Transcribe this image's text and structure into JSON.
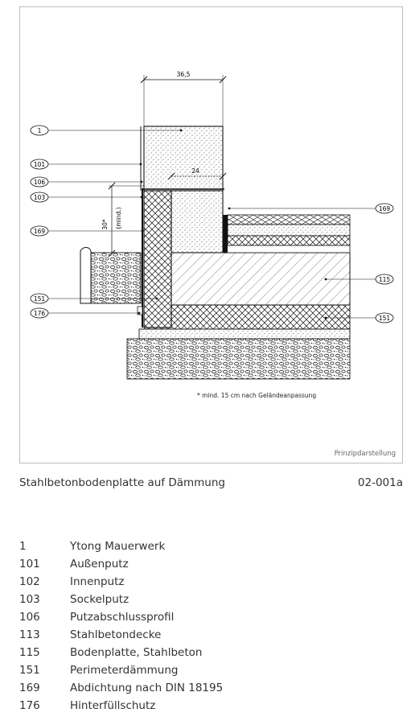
{
  "drawing": {
    "callouts_left": [
      "1",
      "101",
      "106",
      "103",
      "169",
      "151",
      "176"
    ],
    "callouts_right": [
      "169",
      "115",
      "151"
    ],
    "dim_top": "36,5",
    "dim_inner": "24",
    "dim_vertical": "30*",
    "dim_vertical_sub": "(mind.)",
    "note": "* mind. 15 cm nach Geländeanpassung",
    "prinzip": "Prinzipdarstellung"
  },
  "caption": {
    "title": "Stahlbetonbodenplatte auf Dämmung",
    "code": "02-001a"
  },
  "legend": [
    {
      "num": "1",
      "text": "Ytong Mauerwerk"
    },
    {
      "num": "101",
      "text": "Außenputz"
    },
    {
      "num": "102",
      "text": "Innenputz"
    },
    {
      "num": "103",
      "text": "Sockelputz"
    },
    {
      "num": "106",
      "text": "Putzabschlussprofil"
    },
    {
      "num": "113",
      "text": "Stahlbetondecke"
    },
    {
      "num": "115",
      "text": "Bodenplatte, Stahlbeton"
    },
    {
      "num": "151",
      "text": "Perimeterdämmung"
    },
    {
      "num": "169",
      "text": "Abdichtung nach DIN 18195"
    },
    {
      "num": "176",
      "text": "Hinterfüllschutz"
    }
  ]
}
